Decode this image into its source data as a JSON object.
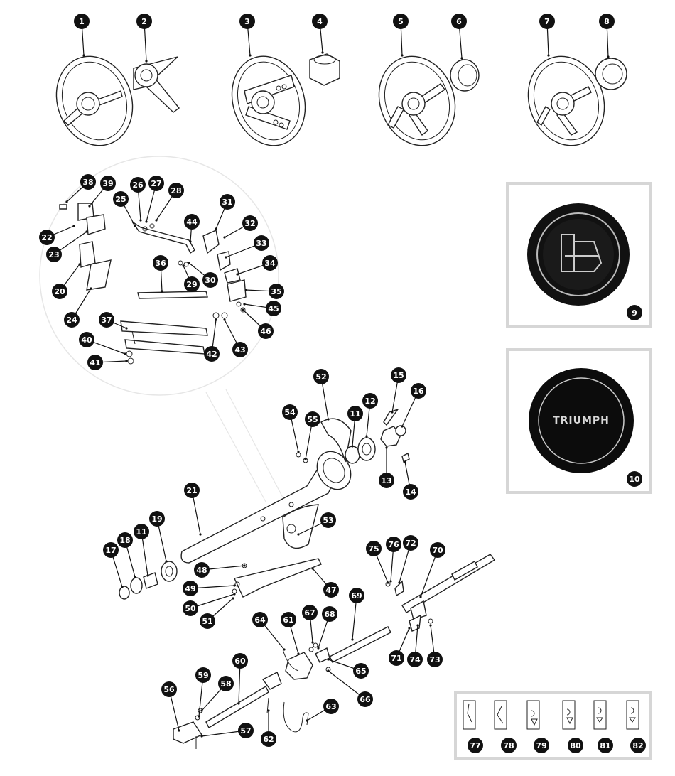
{
  "diagram": {
    "callouts": [
      "1",
      "2",
      "3",
      "4",
      "5",
      "6",
      "7",
      "8",
      "9",
      "10",
      "11",
      "12",
      "13",
      "14",
      "15",
      "16",
      "17",
      "18",
      "19",
      "20",
      "21",
      "22",
      "23",
      "24",
      "25",
      "26",
      "27",
      "28",
      "29",
      "30",
      "31",
      "32",
      "33",
      "34",
      "35",
      "36",
      "37",
      "38",
      "39",
      "40",
      "41",
      "42",
      "43",
      "44",
      "45",
      "46",
      "47",
      "48",
      "49",
      "50",
      "51",
      "52",
      "53",
      "54",
      "55",
      "56",
      "57",
      "58",
      "59",
      "60",
      "61",
      "62",
      "63",
      "64",
      "65",
      "66",
      "67",
      "68",
      "69",
      "70",
      "71",
      "72",
      "73",
      "74",
      "75",
      "76",
      "77",
      "78",
      "79",
      "80",
      "81",
      "82"
    ],
    "extra_callout": "11",
    "horn_push_text": "TRIUMPH"
  }
}
